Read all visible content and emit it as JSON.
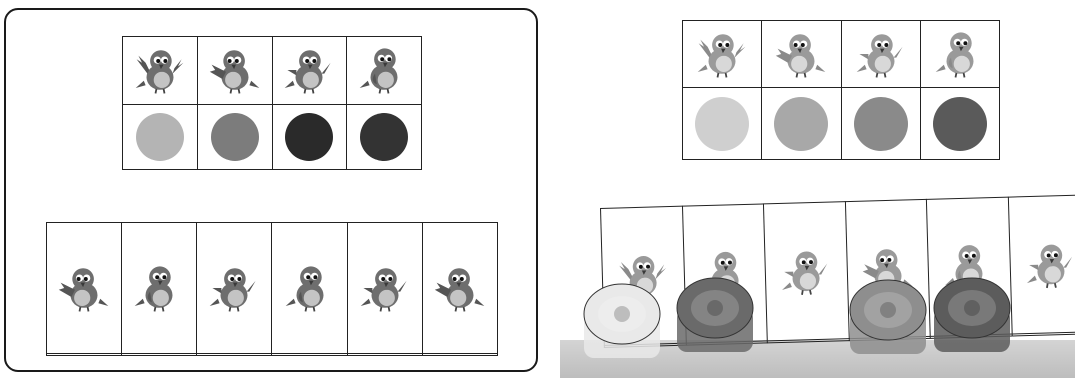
{
  "left_panel": {
    "legend": {
      "birds": [
        "bird-flapping",
        "bird-tilted",
        "bird-waving",
        "bird-standing"
      ],
      "colors": [
        "#b4b4b4",
        "#7c7c7c",
        "#2a2a2a",
        "#333333"
      ]
    },
    "puzzle": {
      "birds": [
        "bird-tilted",
        "bird-standing",
        "bird-waving",
        "bird-standing",
        "bird-waving",
        "bird-tilted"
      ],
      "answers": [
        "",
        "",
        "",
        "",
        "",
        ""
      ]
    }
  },
  "right_panel": {
    "legend": {
      "birds": [
        "bird-flapping",
        "bird-tilted",
        "bird-waving",
        "bird-standing"
      ],
      "colors": [
        "#cfcfcf",
        "#a8a8a8",
        "#8a8a8a",
        "#5a5a5a"
      ]
    },
    "puzzle": {
      "birds": [
        "bird-flapping",
        "bird-standing",
        "bird-waving",
        "bird-tilted",
        "bird-standing",
        "bird-waving"
      ],
      "caps": [
        "#e9e9e9",
        "#6a6a6a",
        "",
        "#8e8e8e",
        "#5c5c5c",
        ""
      ]
    }
  },
  "icons": {
    "bird-flapping": "bird-flapping-icon",
    "bird-tilted": "bird-tilted-icon",
    "bird-waving": "bird-waving-icon",
    "bird-standing": "bird-standing-icon"
  }
}
